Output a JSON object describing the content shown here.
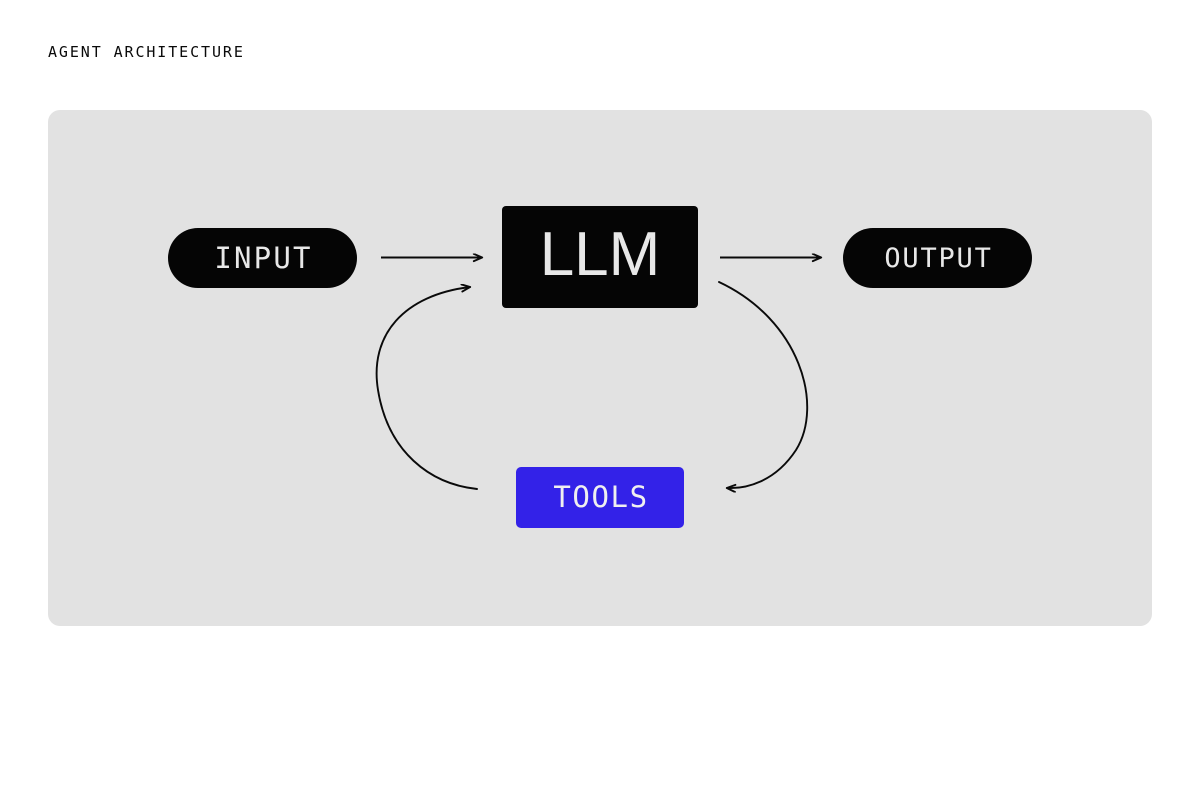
{
  "page": {
    "title": "AGENT ARCHITECTURE",
    "background_color": "#ffffff",
    "panel_color": "#e2e2e2"
  },
  "diagram": {
    "type": "flow-diagram",
    "nodes": [
      {
        "id": "input",
        "label": "INPUT",
        "shape": "pill",
        "fill": "#050505",
        "text_color": "#e8e8e8"
      },
      {
        "id": "llm",
        "label": "LLM",
        "shape": "rectangle",
        "fill": "#050505",
        "text_color": "#e8e8e8"
      },
      {
        "id": "output",
        "label": "OUTPUT",
        "shape": "pill",
        "fill": "#050505",
        "text_color": "#e8e8e8"
      },
      {
        "id": "tools",
        "label": "TOOLS",
        "shape": "rectangle",
        "fill": "#3322e8",
        "text_color": "#f0f0f0"
      }
    ],
    "edges": [
      {
        "id": "input-to-llm",
        "from": "input",
        "to": "llm",
        "style": "straight",
        "arrowhead": "end",
        "color": "#0a0a0a"
      },
      {
        "id": "llm-to-output",
        "from": "llm",
        "to": "output",
        "style": "straight",
        "arrowhead": "end",
        "color": "#0a0a0a"
      },
      {
        "id": "llm-to-tools",
        "from": "llm",
        "to": "tools",
        "style": "curved",
        "arrowhead": "end",
        "color": "#0a0a0a"
      },
      {
        "id": "tools-to-llm",
        "from": "tools",
        "to": "llm",
        "style": "curved",
        "arrowhead": "end",
        "color": "#0a0a0a"
      }
    ]
  }
}
